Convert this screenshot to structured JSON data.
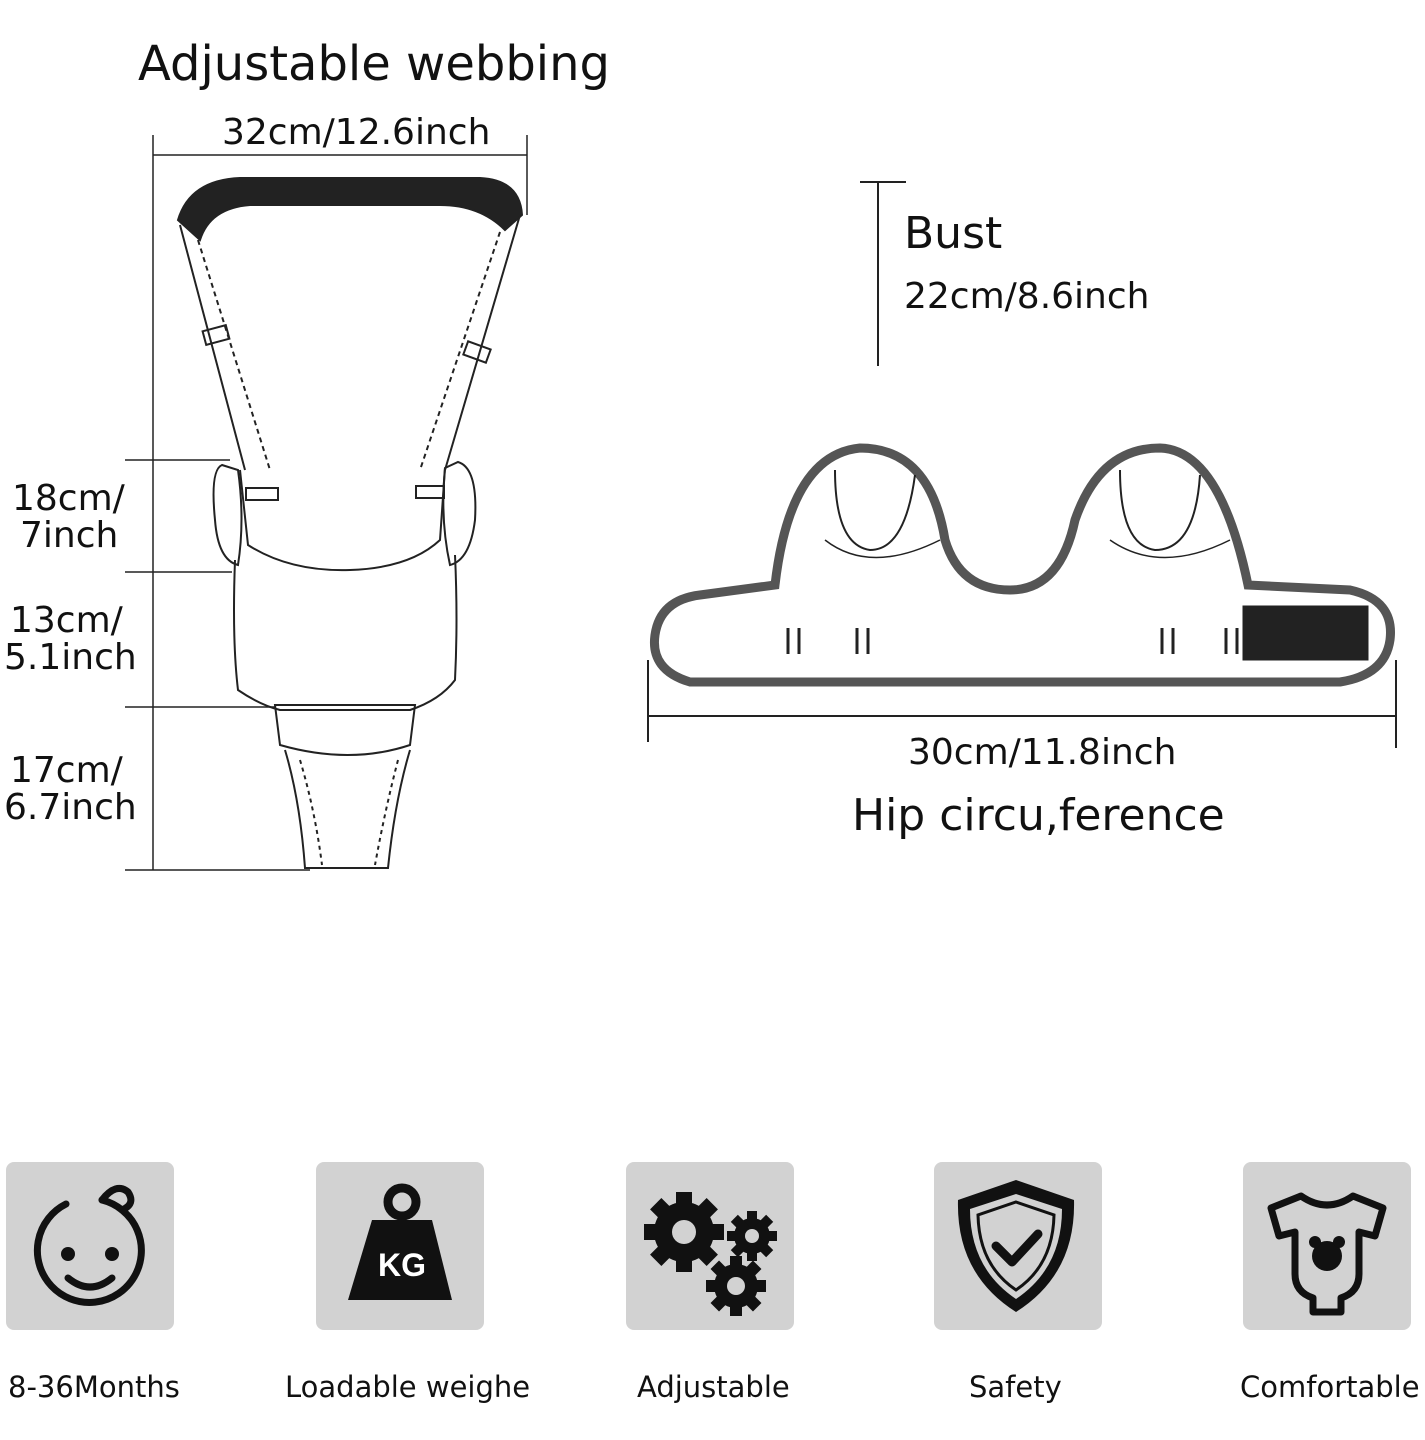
{
  "front_view": {
    "title": "Adjustable webbing",
    "width_label": "32cm/12.6inch",
    "side_measurements": [
      {
        "cm": "18cm/",
        "inch": "7inch"
      },
      {
        "cm": "13cm/",
        "inch": "5.1inch"
      },
      {
        "cm": "17cm/",
        "inch": "6.7inch"
      }
    ]
  },
  "belt_view": {
    "bust_title": "Bust",
    "bust_value": "22cm/8.6inch",
    "hip_value": "30cm/11.8inch",
    "hip_title": "Hip circu,ference"
  },
  "features": [
    {
      "label": "8-36Months",
      "icon": "baby-face-icon"
    },
    {
      "label": "Loadable weighe",
      "icon": "kg-weight-icon",
      "icon_text": "KG"
    },
    {
      "label": "Adjustable",
      "icon": "gears-icon"
    },
    {
      "label": "Safety",
      "icon": "shield-check-icon"
    },
    {
      "label": "Comfortable",
      "icon": "baby-onesie-icon"
    }
  ],
  "colors": {
    "card_bg": "#d2d2d2",
    "ink": "#111111",
    "belt_border": "#555555"
  }
}
